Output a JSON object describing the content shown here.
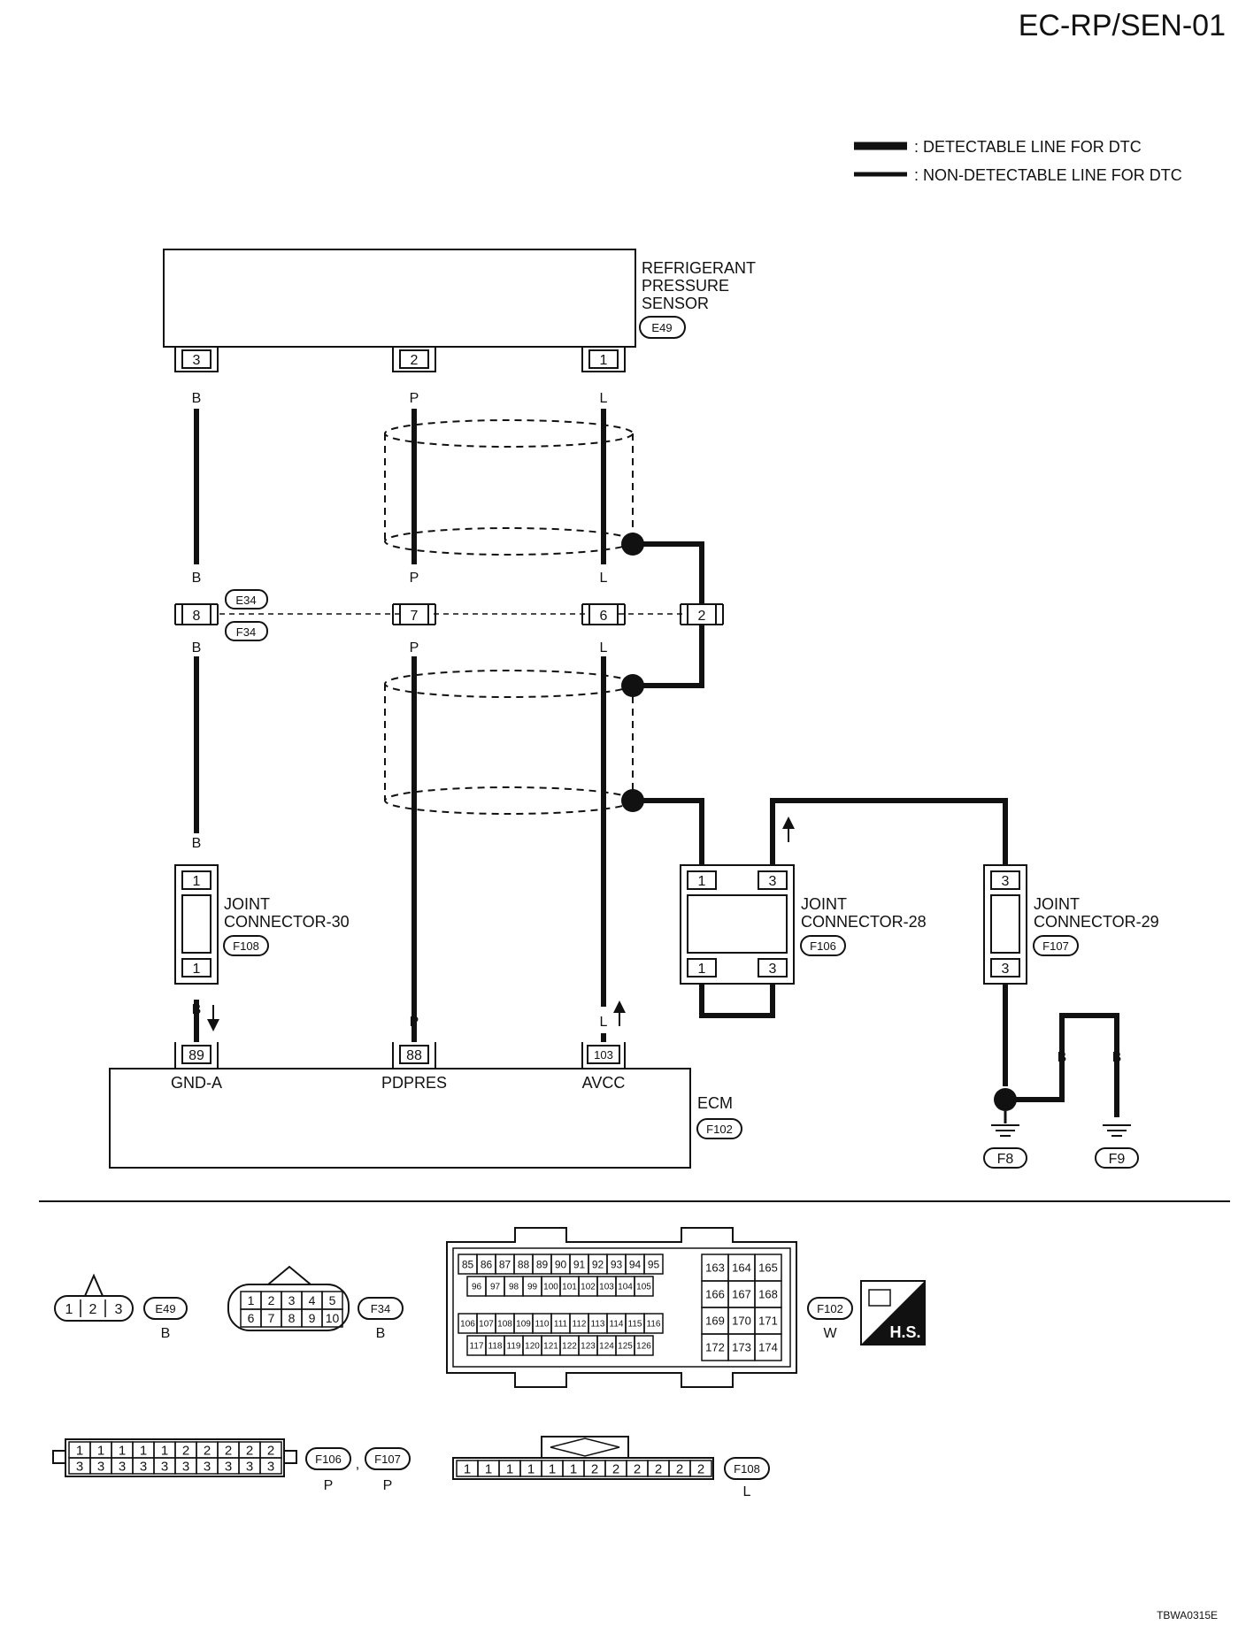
{
  "header": {
    "page_id": "EC-RP/SEN-01"
  },
  "legend": {
    "detectable": ": DETECTABLE LINE FOR DTC",
    "non_detectable": ": NON-DETECTABLE LINE FOR DTC"
  },
  "sensor": {
    "label1": "REFRIGERANT",
    "label2": "PRESSURE",
    "label3": "SENSOR",
    "connector": "E49",
    "pins": [
      "3",
      "2",
      "1"
    ],
    "wire_colors": [
      "B",
      "P",
      "L"
    ]
  },
  "harness_connector": {
    "pins": [
      "8",
      "7",
      "6",
      "2"
    ],
    "conn_top": "E34",
    "conn_bottom": "F34",
    "colors_top": [
      "B",
      "P",
      "L"
    ],
    "colors_bottom": [
      "B",
      "P",
      "L"
    ]
  },
  "joint30": {
    "label1": "JOINT",
    "label2": "CONNECTOR-30",
    "connector": "F108",
    "pin_top": "1",
    "pin_bottom": "1",
    "color_top": "B",
    "color_bottom": "B"
  },
  "joint28": {
    "label1": "JOINT",
    "label2": "CONNECTOR-28",
    "connector": "F106",
    "pins_top": [
      "1",
      "3"
    ],
    "pins_bottom": [
      "1",
      "3"
    ]
  },
  "joint29": {
    "label1": "JOINT",
    "label2": "CONNECTOR-29",
    "connector": "F107",
    "pin_top": "3",
    "pin_bottom": "3"
  },
  "ecm": {
    "label": "ECM",
    "connector": "F102",
    "terminals": [
      {
        "pin": "89",
        "name": "GND-A",
        "color": "B"
      },
      {
        "pin": "88",
        "name": "PDPRES",
        "color": "P"
      },
      {
        "pin": "103",
        "name": "AVCC",
        "color": "L"
      }
    ]
  },
  "grounds": {
    "g1": "F8",
    "g2": "F9",
    "wire1": "B",
    "wire2": "B"
  },
  "connector_views": {
    "e49": {
      "pins": [
        "1",
        "2",
        "3"
      ],
      "id": "E49",
      "color": "B"
    },
    "f34": {
      "row1": [
        "1",
        "2",
        "3",
        "4",
        "5"
      ],
      "row2": [
        "6",
        "7",
        "8",
        "9",
        "10"
      ],
      "id": "F34",
      "color": "B"
    },
    "f102": {
      "row1": [
        "85",
        "86",
        "87",
        "88",
        "89",
        "90",
        "91",
        "92",
        "93",
        "94",
        "95"
      ],
      "row2": [
        "96",
        "97",
        "98",
        "99",
        "100",
        "101",
        "102",
        "103",
        "104",
        "105"
      ],
      "row3": [
        "106",
        "107",
        "108",
        "109",
        "110",
        "111",
        "112",
        "113",
        "114",
        "115",
        "116"
      ],
      "row4": [
        "117",
        "118",
        "119",
        "120",
        "121",
        "122",
        "123",
        "124",
        "125",
        "126"
      ],
      "right": [
        [
          "163",
          "164",
          "165"
        ],
        [
          "166",
          "167",
          "168"
        ],
        [
          "169",
          "170",
          "171"
        ],
        [
          "172",
          "173",
          "174"
        ]
      ],
      "id": "F102",
      "color": "W"
    },
    "hs_label": "H.S.",
    "f106_f107": {
      "row1": [
        "1",
        "1",
        "1",
        "1",
        "1",
        "2",
        "2",
        "2",
        "2",
        "2"
      ],
      "row2": [
        "3",
        "3",
        "3",
        "3",
        "3",
        "3",
        "3",
        "3",
        "3",
        "3"
      ],
      "id1": "F106",
      "id2": "F107",
      "sep": ",",
      "color1": "P",
      "color2": "P"
    },
    "f108": {
      "pins": [
        "1",
        "1",
        "1",
        "1",
        "1",
        "1",
        "2",
        "2",
        "2",
        "2",
        "2",
        "2"
      ],
      "id": "F108",
      "color": "L"
    }
  },
  "footer": {
    "code": "TBWA0315E"
  }
}
